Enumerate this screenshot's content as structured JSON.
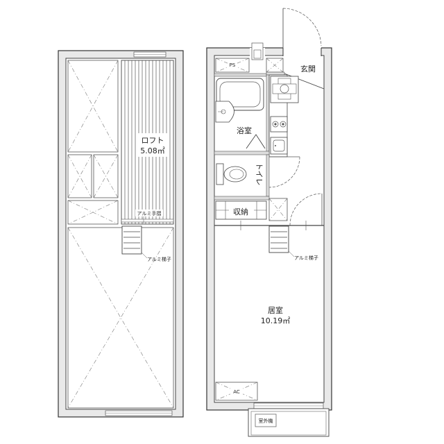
{
  "loft": {
    "name": "ロフト",
    "area": "5.08㎡",
    "handrail_label": "アルミ手摺",
    "ladder_label": "アルミ梯子"
  },
  "floor": {
    "ps_label": "PS",
    "entrance_label": "玄関",
    "bath_label": "浴室",
    "toilet_label": "トイレ",
    "storage_label": "収納",
    "ladder_label": "アルミ梯子",
    "room_label": "居室",
    "room_area": "10.19㎡",
    "ac_label": "AC",
    "outdoor_unit_label": "室外機"
  }
}
